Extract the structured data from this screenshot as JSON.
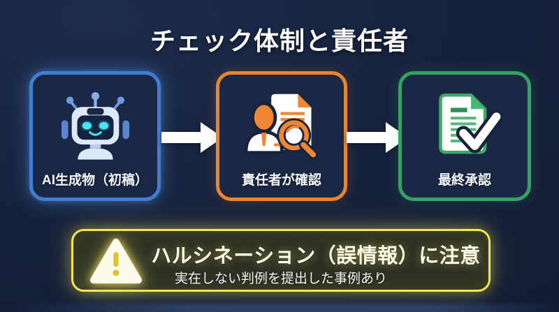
{
  "title": "チェック体制と責任者",
  "colors": {
    "background": "#17233e",
    "step_blue_border": "#3f7fd2",
    "step_orange_border": "#e98431",
    "step_green_border": "#35a163",
    "step_fill": "#1b2845",
    "warning_yellow_border": "#f2e84b",
    "warning_fill": "#2c3124",
    "arrow": "#ffffff",
    "robot_eye_cyan": "#45e6f2",
    "icon_orange": "#ef8634",
    "icon_green": "#3fa868",
    "exclamation_gold": "#dfc133"
  },
  "flow": {
    "steps": [
      {
        "id": "ai-draft",
        "label": "AI生成物（初稿）",
        "icon": "robot-icon",
        "accent": "#3f7fd2"
      },
      {
        "id": "review",
        "label": "責任者が確認",
        "icon": "reviewer-magnifier-icon",
        "accent": "#e98431"
      },
      {
        "id": "approval",
        "label": "最終承認",
        "icon": "approved-document-icon",
        "accent": "#35a163"
      }
    ]
  },
  "warning": {
    "icon": "warning-triangle-icon",
    "heading": "ハルシネーション（誤情報）に注意",
    "subtitle": "実在しない判例を提出した事例あり",
    "accent": "#f2e84b"
  }
}
